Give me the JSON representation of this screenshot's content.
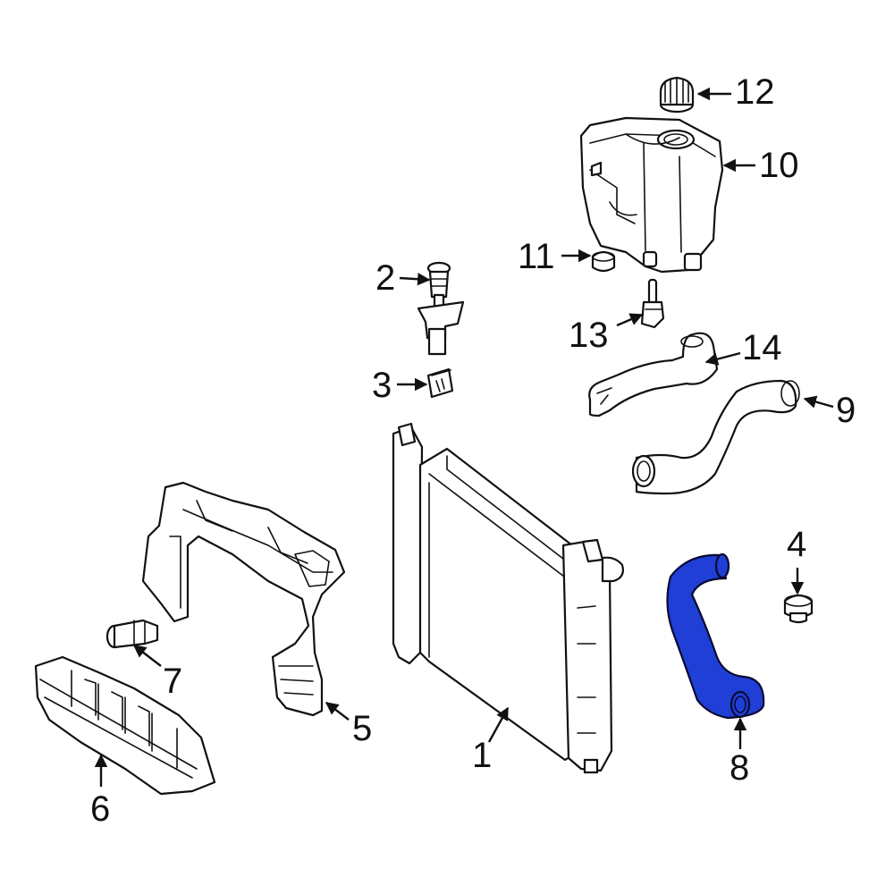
{
  "diagram": {
    "highlight_color": "#1f3fd6",
    "line_color": "#111111",
    "background": "#ffffff",
    "callouts": [
      {
        "id": "1",
        "label": "1",
        "part": "radiator"
      },
      {
        "id": "2",
        "label": "2",
        "part": "radiator-mount-pin"
      },
      {
        "id": "3",
        "label": "3",
        "part": "mount-cushion"
      },
      {
        "id": "4",
        "label": "4",
        "part": "radiator-cap-plug"
      },
      {
        "id": "5",
        "label": "5",
        "part": "radiator-support-frame"
      },
      {
        "id": "6",
        "label": "6",
        "part": "air-deflector"
      },
      {
        "id": "7",
        "label": "7",
        "part": "push-clip"
      },
      {
        "id": "8",
        "label": "8",
        "part": "lower-radiator-hose"
      },
      {
        "id": "9",
        "label": "9",
        "part": "upper-radiator-hose"
      },
      {
        "id": "10",
        "label": "10",
        "part": "expansion-tank"
      },
      {
        "id": "11",
        "label": "11",
        "part": "tank-grommet"
      },
      {
        "id": "12",
        "label": "12",
        "part": "expansion-tank-cap"
      },
      {
        "id": "13",
        "label": "13",
        "part": "level-sensor"
      },
      {
        "id": "14",
        "label": "14",
        "part": "overflow-hose"
      }
    ]
  }
}
